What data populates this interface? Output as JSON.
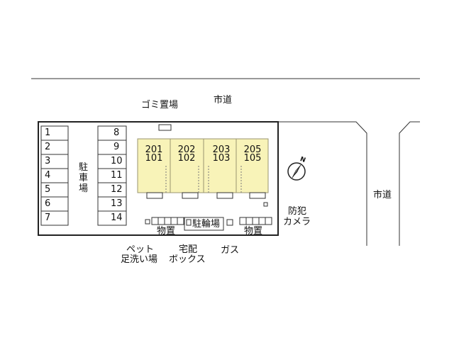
{
  "roads": {
    "top": "市道",
    "right": "市道"
  },
  "garbage": {
    "label": "ゴミ置場"
  },
  "parking": {
    "label": "駐車場",
    "left_column": [
      "1",
      "2",
      "3",
      "4",
      "5",
      "6",
      "7"
    ],
    "right_column": [
      "8",
      "9",
      "10",
      "11",
      "12",
      "13",
      "14"
    ]
  },
  "units": [
    {
      "upper": "201",
      "lower": "101"
    },
    {
      "upper": "202",
      "lower": "102"
    },
    {
      "upper": "203",
      "lower": "103"
    },
    {
      "upper": "205",
      "lower": "105"
    }
  ],
  "facilities": {
    "storage_left": "物置",
    "bicycle": "駐輪場",
    "storage_right": "物置",
    "pet_wash_line1": "ペット",
    "pet_wash_line2": "足洗い場",
    "delivery_line1": "宅配",
    "delivery_line2": "ボックス",
    "gas": "ガス",
    "camera_line1": "防犯",
    "camera_line2": "カメラ"
  },
  "colors": {
    "building": "#f8f3b8",
    "building_stroke": "#9a9670",
    "line": "#222222",
    "lot_fill": "#ffffff"
  },
  "compass": {
    "label": "N"
  }
}
